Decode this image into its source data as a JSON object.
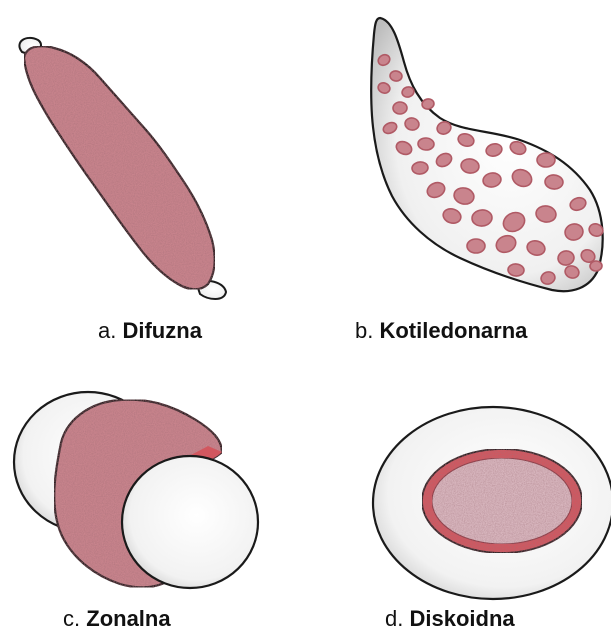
{
  "colors": {
    "tissue": "#c9848d",
    "tissue_dark": "#b05a65",
    "rim": "#d2575f",
    "disc_inner": "#d9b7bf",
    "membrane": "#ededed",
    "outline": "#1a1a1a"
  },
  "panels": [
    {
      "letter": "a.",
      "name": "Difuzna"
    },
    {
      "letter": "b.",
      "name": "Kotiledonarna"
    },
    {
      "letter": "c.",
      "name": "Zonalna"
    },
    {
      "letter": "d.",
      "name": "Diskoidna"
    }
  ]
}
